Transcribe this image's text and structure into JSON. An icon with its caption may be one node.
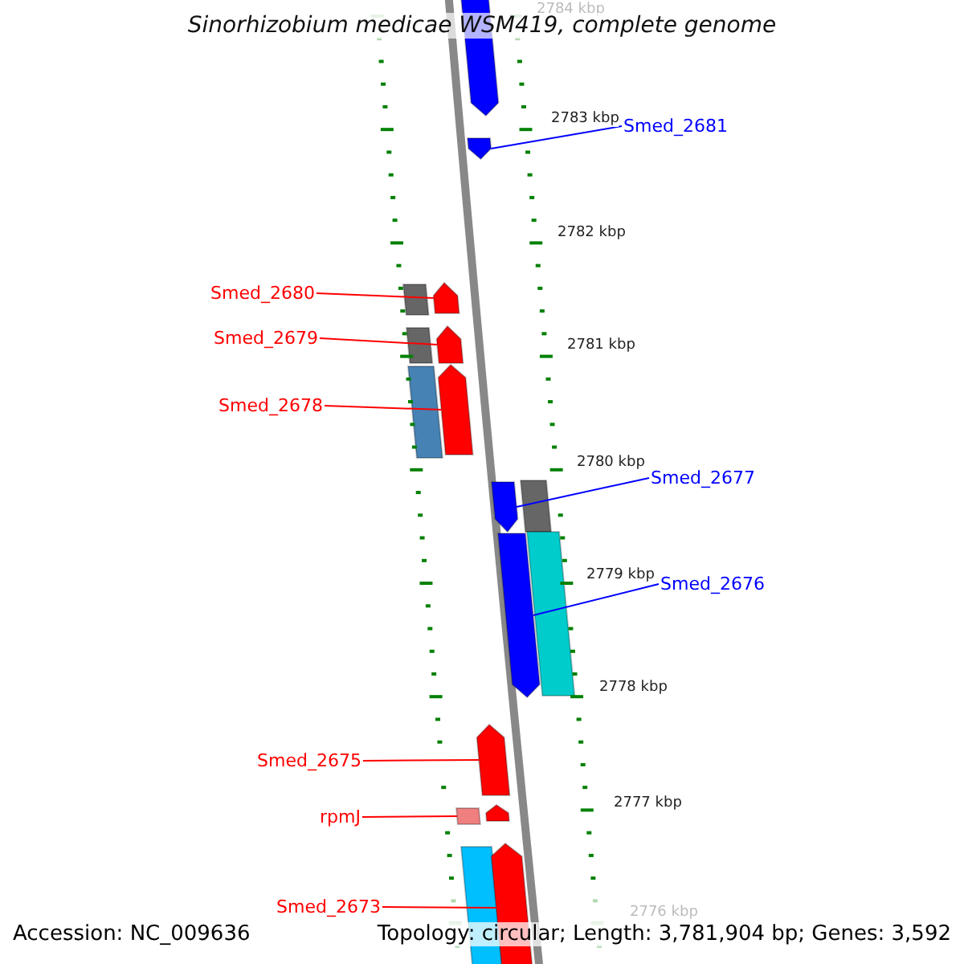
{
  "diagram": {
    "title": "Sinorhizobium medicae WSM419, complete genome",
    "nodes": [
      {
        "text": [],
        "shape": "arrow"
      },
      {
        "text": [
          "Smed_2681"
        ]
      },
      {
        "text": [],
        "shape": "arrow"
      },
      {
        "text": [
          "Smed_2680"
        ]
      },
      {
        "text": [],
        "shape": "box"
      },
      {
        "text": [],
        "shape": "arrow"
      },
      {
        "text": [
          "Smed_2679"
        ]
      },
      {
        "text": [],
        "shape": "box"
      },
      {
        "text": [],
        "shape": "arrow"
      },
      {
        "text": [
          "Smed_2678"
        ]
      },
      {
        "text": [],
        "shape": "box"
      },
      {
        "text": [],
        "shape": "arrow"
      },
      {
        "text": [
          "Smed_2677"
        ]
      },
      {
        "text": [],
        "shape": "arrow"
      },
      {
        "text": [],
        "shape": "box"
      },
      {
        "text": [
          "Smed_2676"
        ]
      },
      {
        "text": [],
        "shape": "arrow"
      },
      {
        "text": [],
        "shape": "box"
      },
      {
        "text": [
          "Smed_2675"
        ]
      },
      {
        "text": [],
        "shape": "arrow"
      },
      {
        "text": [
          "rpmJ"
        ]
      },
      {
        "text": [],
        "shape": "box"
      },
      {
        "text": [],
        "shape": "arrow"
      },
      {
        "text": [
          "Smed_2673"
        ]
      },
      {
        "text": [],
        "shape": "box"
      },
      {
        "text": [],
        "shape": "arrow"
      }
    ],
    "edges": [
      {
        "from": 1,
        "to": 2,
        "arrow": "none",
        "color": "#0000ff"
      },
      {
        "from": 3,
        "to": 5,
        "arrow": "none"
      },
      {
        "from": 6,
        "to": 8,
        "arrow": "none"
      },
      {
        "from": 9,
        "to": 11,
        "arrow": "none"
      },
      {
        "from": 12,
        "to": 13,
        "arrow": "none",
        "color": "#0000ff"
      },
      {
        "from": 15,
        "to": 16,
        "arrow": "none",
        "color": "#0000ff"
      },
      {
        "from": 18,
        "to": 19,
        "arrow": "none"
      },
      {
        "from": 20,
        "to": 21,
        "arrow": "none"
      },
      {
        "from": 23,
        "to": 25,
        "arrow": "none"
      }
    ],
    "labels": [
      "2784 kbp",
      "2783 kbp",
      "2782 kbp",
      "2781 kbp",
      "2780 kbp",
      "2779 kbp",
      "2778 kbp",
      "2777 kbp",
      "2776 kbp",
      "Accession: NC_009636",
      "Topology: circular; Length: 3,781,904 bp; Genes: 3,592"
    ]
  }
}
